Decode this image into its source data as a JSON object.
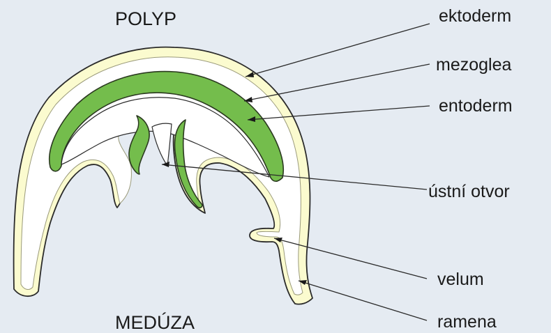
{
  "titles": {
    "top": "POLYP",
    "bottom": "MEDÚZA"
  },
  "labels": [
    {
      "id": "ektoderm",
      "text": "ektoderm"
    },
    {
      "id": "mezoglea",
      "text": "mezoglea"
    },
    {
      "id": "entoderm",
      "text": "entoderm"
    },
    {
      "id": "ustni-otvor",
      "text": "ústní otvor"
    },
    {
      "id": "velum",
      "text": "velum"
    },
    {
      "id": "ramena",
      "text": "ramena"
    }
  ],
  "colors": {
    "background": "#e5ebf2",
    "ektoderm": "#fbfbcf",
    "mezoglea": "#ffffff",
    "entoderm": "#74bd4c",
    "outline": "#2b2b2b"
  }
}
